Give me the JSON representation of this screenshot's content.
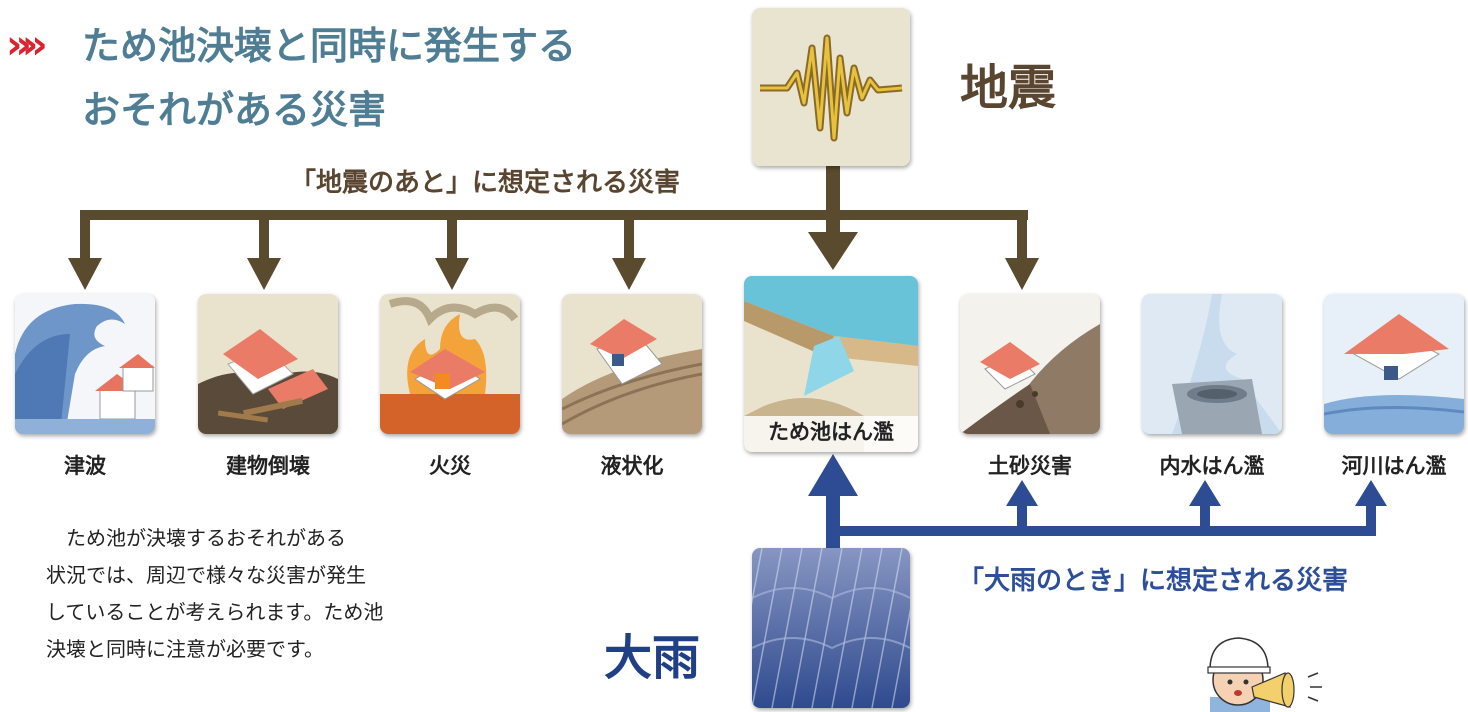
{
  "header": {
    "chevron": "»»",
    "title_line1": "ため池決壊と同時に発生する",
    "title_line2": "おそれがある災害"
  },
  "sources": {
    "earthquake_label": "地震",
    "rain_label": "大雨",
    "after_earthquake": "「地震のあと」に想定される災害",
    "during_rain": "「大雨のとき」に想定される災害"
  },
  "disasters": [
    {
      "label": "津波",
      "icon": "tsunami-icon"
    },
    {
      "label": "建物倒壊",
      "icon": "building-collapse-icon"
    },
    {
      "label": "火災",
      "icon": "fire-icon"
    },
    {
      "label": "液状化",
      "icon": "liquefaction-icon"
    },
    {
      "label": "ため池はん濫",
      "icon": "reservoir-flood-icon"
    },
    {
      "label": "土砂災害",
      "icon": "landslide-icon"
    },
    {
      "label": "内水はん濫",
      "icon": "inland-flood-icon"
    },
    {
      "label": "河川はん濫",
      "icon": "river-flood-icon"
    }
  ],
  "explanation": {
    "line1": "　ため池が決壊するおそれがある",
    "line2": "状況では、周辺で様々な災害が発生",
    "line3": "していることが考えられます。ため池",
    "line4": "決壊と同時に注意が必要です。"
  },
  "colors": {
    "title": "#4f7d94",
    "earthquake_arrows": "#5a4a2e",
    "rain_arrows": "#2e4c94",
    "chevron": "#d9232f"
  }
}
